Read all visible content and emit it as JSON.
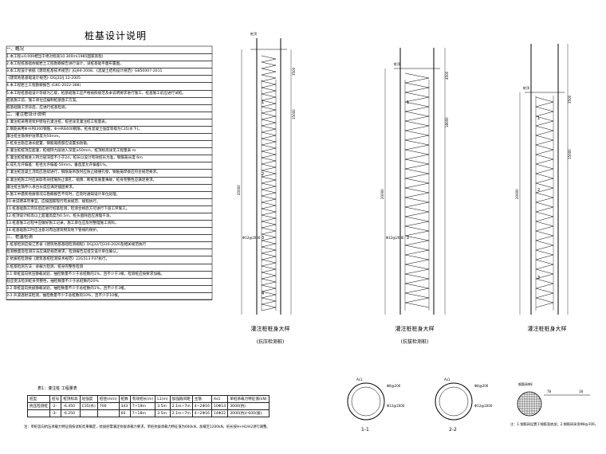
{
  "title": "桩基设计说明",
  "notes": [
    {
      "kind": "sec",
      "text": "一、概况"
    },
    {
      "kind": "line",
      "text": "1.本工程±0.000相当于绝对标高10.300m(1985国家高程)"
    },
    {
      "kind": "line",
      "text": "2.本工程桩基础依据岩土工程勘察报告进行设计，详桩基础平面布置图。"
    },
    {
      "kind": "line",
      "text": "3.本工程设计依据《建筑桩基技术规范》JGJ94-2008、《混凝土结构设计规范》GB50007-2011"
    },
    {
      "kind": "line",
      "text": "  《建筑地基基础设计规范》DGJ32/J 12-2005"
    },
    {
      "kind": "line",
      "text": "4.本工程岩土工程勘察报告   (GKC-2022-368)"
    },
    {
      "kind": "line",
      "text": "5.本工程桩基础设计等级为乙级，桩基础施工应严格按照规范及本说明要求进行施工，桩基施工前应进行试桩。"
    },
    {
      "kind": "line",
      "text": "  桩基施工前，施工单位应编制桩基施工方案。"
    },
    {
      "kind": "line",
      "text": "  桩基础施工完毕后，应进行桩基检测。"
    },
    {
      "kind": "sec",
      "text": "二、灌注桩设计说明"
    },
    {
      "kind": "line",
      "text": "1.灌注桩采用泥浆护壁钻孔灌注桩，桩径详见灌注桩工程量表。"
    },
    {
      "kind": "line",
      "text": "2.钢筋采用Φ-HPB300钢筋，Φ-HRB400钢筋，桩身混凝土强度等级为C35(水下)。"
    },
    {
      "kind": "line",
      "text": "  灌注桩主筋保护层厚度为50mm。"
    },
    {
      "kind": "line",
      "text": "3.桩身主筋应通长配置，钢筋笼底部应设置加劲箍。"
    },
    {
      "kind": "line",
      "text": "4.灌注桩桩顶应超灌，桩端持力层进入深度≥50mm，桩顶标高详见工程量表 m."
    },
    {
      "kind": "line",
      "text": "5.灌注桩桩端进入持力层深度不小于2d，桩长以设计有效桩长为准，钢筋笼长度            6m."
    },
    {
      "kind": "line",
      "text": "6.成孔允许偏差：桩径允许偏差-50mm，垂直度允许偏差1%。"
    },
    {
      "kind": "line",
      "text": "7.灌注桩混凝土浇筑应连续进行，钢筋笼吊放时应防止碰撞孔壁，钢筋笼焊接应符合规范要求。"
    },
    {
      "kind": "line",
      "text": "8.灌注桩施工时应采取有效措施防止塌孔、缩颈、断桩等质量事故，桩身完整性应满足要求。"
    },
    {
      "kind": "line",
      "text": "  灌注桩主筋伸入承台长度应满足锚固要求。"
    },
    {
      "kind": "line",
      "text": "9.施工中遇到地质情况与勘察报告不符时，应及时通知设计单位处理。"
    },
    {
      "kind": "line",
      "text": "10.本说明未尽事宜，应按国家现行有关规范、规程执行。"
    },
    {
      "kind": "line",
      "text": "11.桩基础施工完毕后应进行桩基检测，检测合格后方可进行下道工序施工。"
    },
    {
      "kind": "line",
      "text": "12.桩顶设计标高以上超灌高度为0.5m，桩头凿除后应清理干净。"
    },
    {
      "kind": "line",
      "text": "13.桩基施工过程中应做好施工记录，施工单位应及时整理施工资料。"
    },
    {
      "kind": "line",
      "text": "14.桩基础施工时应注意对周边建筑物及地下管线的保护。"
    },
    {
      "kind": "sec",
      "text": "三、桩基检测"
    },
    {
      "kind": "line",
      "text": "1.桩基检测应按江苏省《建筑地基基础检测规程》DGJ32/TJ316-2020及相关规范执行"
    },
    {
      "kind": "line",
      "text": "  检测数量及检测方法应满足规范要求，检测报告应提交设计单位确认。"
    },
    {
      "kind": "line",
      "text": "2.抗拔桩检测按《建筑基桩检测技术规范》22G513 P37执行。"
    },
    {
      "kind": "line",
      "text": "3.桩基检测方法：承载力检测、桩身完整性检测"
    },
    {
      "kind": "line",
      "text": "  3.1 单桩竖向抗压静载试验，抽检数量不少于总桩数的1%，且不少于3根，检测桩应按要求加载。"
    },
    {
      "kind": "line",
      "text": "    低应变法检测桩身完整性，抽检数量不少于总桩数的20%"
    },
    {
      "kind": "line",
      "text": "  3.2 单桩竖向抗拔静载试验，抽检数量不少于总桩数的1%，且不少于3根。"
    },
    {
      "kind": "line",
      "text": "  3.3 声波透射法检测，抽检数量不少于总桩数的10%，且不少于10根。"
    }
  ],
  "section1": {
    "caption": "灌注桩桩身大样",
    "subcaption": "(抗压检测桩)",
    "top_label": "桩顶",
    "upper_len": "3500",
    "lower_len": "15000",
    "rebar_note": "Φ12@2000",
    "zone1": "1",
    "zone2": "2",
    "zone3": "3",
    "zone4": "4",
    "side_len": "20000"
  },
  "section2": {
    "caption": "灌注桩桩身大样",
    "subcaption": "(抗拔检测桩)",
    "top_label": "桩顶",
    "upper_len": "4500",
    "lower_len": "18000",
    "rebar_note": "Φ12@2000",
    "zone1": "1",
    "zone2": "2",
    "side_len": "20000"
  },
  "section3": {
    "caption": "灌注桩桩身大样",
    "top_label": "桩顶",
    "upper_len": "3500",
    "lower_len": "15000",
    "zone1": "1",
    "zone2": "2",
    "zone3": "3",
    "side_len": "20000"
  },
  "pile_table": {
    "title": "表1：灌注桩 工程量表",
    "headers": [
      "桩型",
      "桩号",
      "桩顶标高",
      "砼强度",
      "桩径(mm)",
      "桩数",
      "有效桩长(m)",
      "L1(m)",
      "加强箍间距",
      "主筋",
      "As1",
      "单桩承载力特征值(kN)"
    ],
    "rows": [
      [
        "抗压检测桩",
        "-2-",
        "-6.450",
        "C35(水)",
        "700",
        "343",
        "7~19m",
        "3.5m",
        "2.1m~7m",
        "4~2Φ16",
        "10Φ14",
        "3000(抗)"
      ],
      [
        "",
        "-3-",
        "-6.250",
        "",
        "",
        "60",
        "7~18m",
        "3.5m",
        "2.1m~7m",
        "4~2Φ16",
        "14Φ22",
        "3000(抗)/-600(拔)"
      ]
    ],
    "note": "注：单桩竖向抗压承载力特征值按试桩结果确定，抗拔桩需满足抗拔承载力要求，单桩抗拔承载力特征值为600kN，加载至1200kN，桩长按H+H1/H2进行调整。"
  },
  "sections_small": [
    {
      "label": "1-1",
      "as1": "As1",
      "ring": "Φ8@200",
      "strut": "Φ12@2000"
    },
    {
      "label": "2-2",
      "as1": "As1",
      "ring": "Φ8@200",
      "strut": "Φ12@2000"
    }
  ],
  "mesh": {
    "label_top": "钢筋网Φ8",
    "note": "注：1.钢筋网设置于钢筋笼底部；2.钢筋网采用Φ8@100。",
    "num1": "78",
    "num2": "18"
  }
}
